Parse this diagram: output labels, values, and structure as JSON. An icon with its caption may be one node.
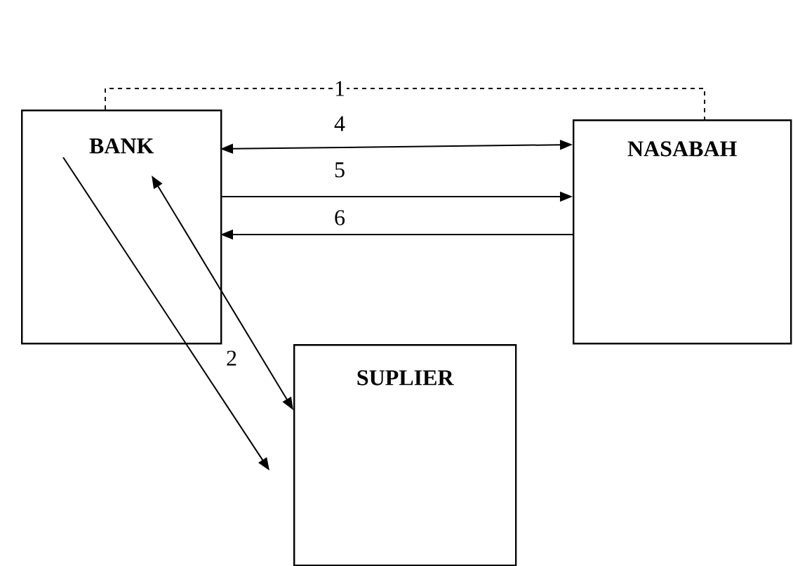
{
  "diagram": {
    "nodes": [
      {
        "text": [
          "BANK"
        ]
      },
      {
        "text": [
          "NASABAH"
        ]
      },
      {
        "text": [
          "SUPLIER"
        ]
      }
    ],
    "edges": [
      {
        "from": 0,
        "to": 1,
        "arrow": "none",
        "label": "1",
        "style": "dashed"
      },
      {
        "from": 0,
        "to": 1,
        "arrow": "both",
        "label": "4"
      },
      {
        "from": 0,
        "to": 1,
        "arrow": "to",
        "label": "5"
      },
      {
        "from": 1,
        "to": 0,
        "arrow": "to",
        "label": "6"
      },
      {
        "from": 0,
        "to": 2,
        "arrow": "to",
        "label": "2"
      },
      {
        "from": 0,
        "to": 2,
        "arrow": "both"
      }
    ]
  }
}
